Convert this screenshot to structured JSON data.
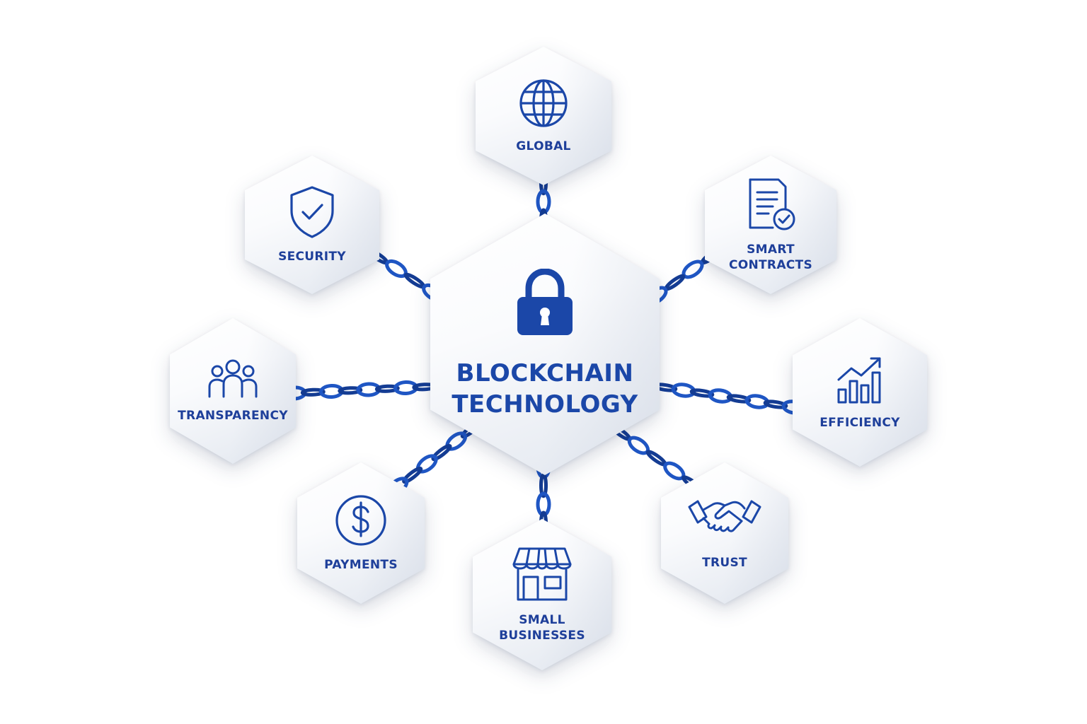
{
  "center": {
    "title": "BLOCKCHAIN\nTECHNOLOGY",
    "icon": "padlock-icon"
  },
  "nodes": [
    {
      "id": "global",
      "label": "GLOBAL",
      "icon": "globe-icon"
    },
    {
      "id": "security",
      "label": "SECURITY",
      "icon": "shield-check-icon"
    },
    {
      "id": "smart-contracts",
      "label": "SMART\nCONTRACTS",
      "icon": "document-check-icon"
    },
    {
      "id": "transparency",
      "label": "TRANSPARENCY",
      "icon": "people-icon"
    },
    {
      "id": "efficiency",
      "label": "EFFICIENCY",
      "icon": "bar-chart-arrow-icon"
    },
    {
      "id": "payments",
      "label": "PAYMENTS",
      "icon": "dollar-coin-icon"
    },
    {
      "id": "small-businesses",
      "label": "SMALL\nBUSINESSES",
      "icon": "storefront-icon"
    },
    {
      "id": "trust",
      "label": "TRUST",
      "icon": "handshake-icon"
    }
  ],
  "colors": {
    "primary": "#1b47a8",
    "label": "#1e3f9a",
    "chain": "#1f56c4",
    "chain_dark": "#143c93",
    "background": "#ffffff"
  }
}
